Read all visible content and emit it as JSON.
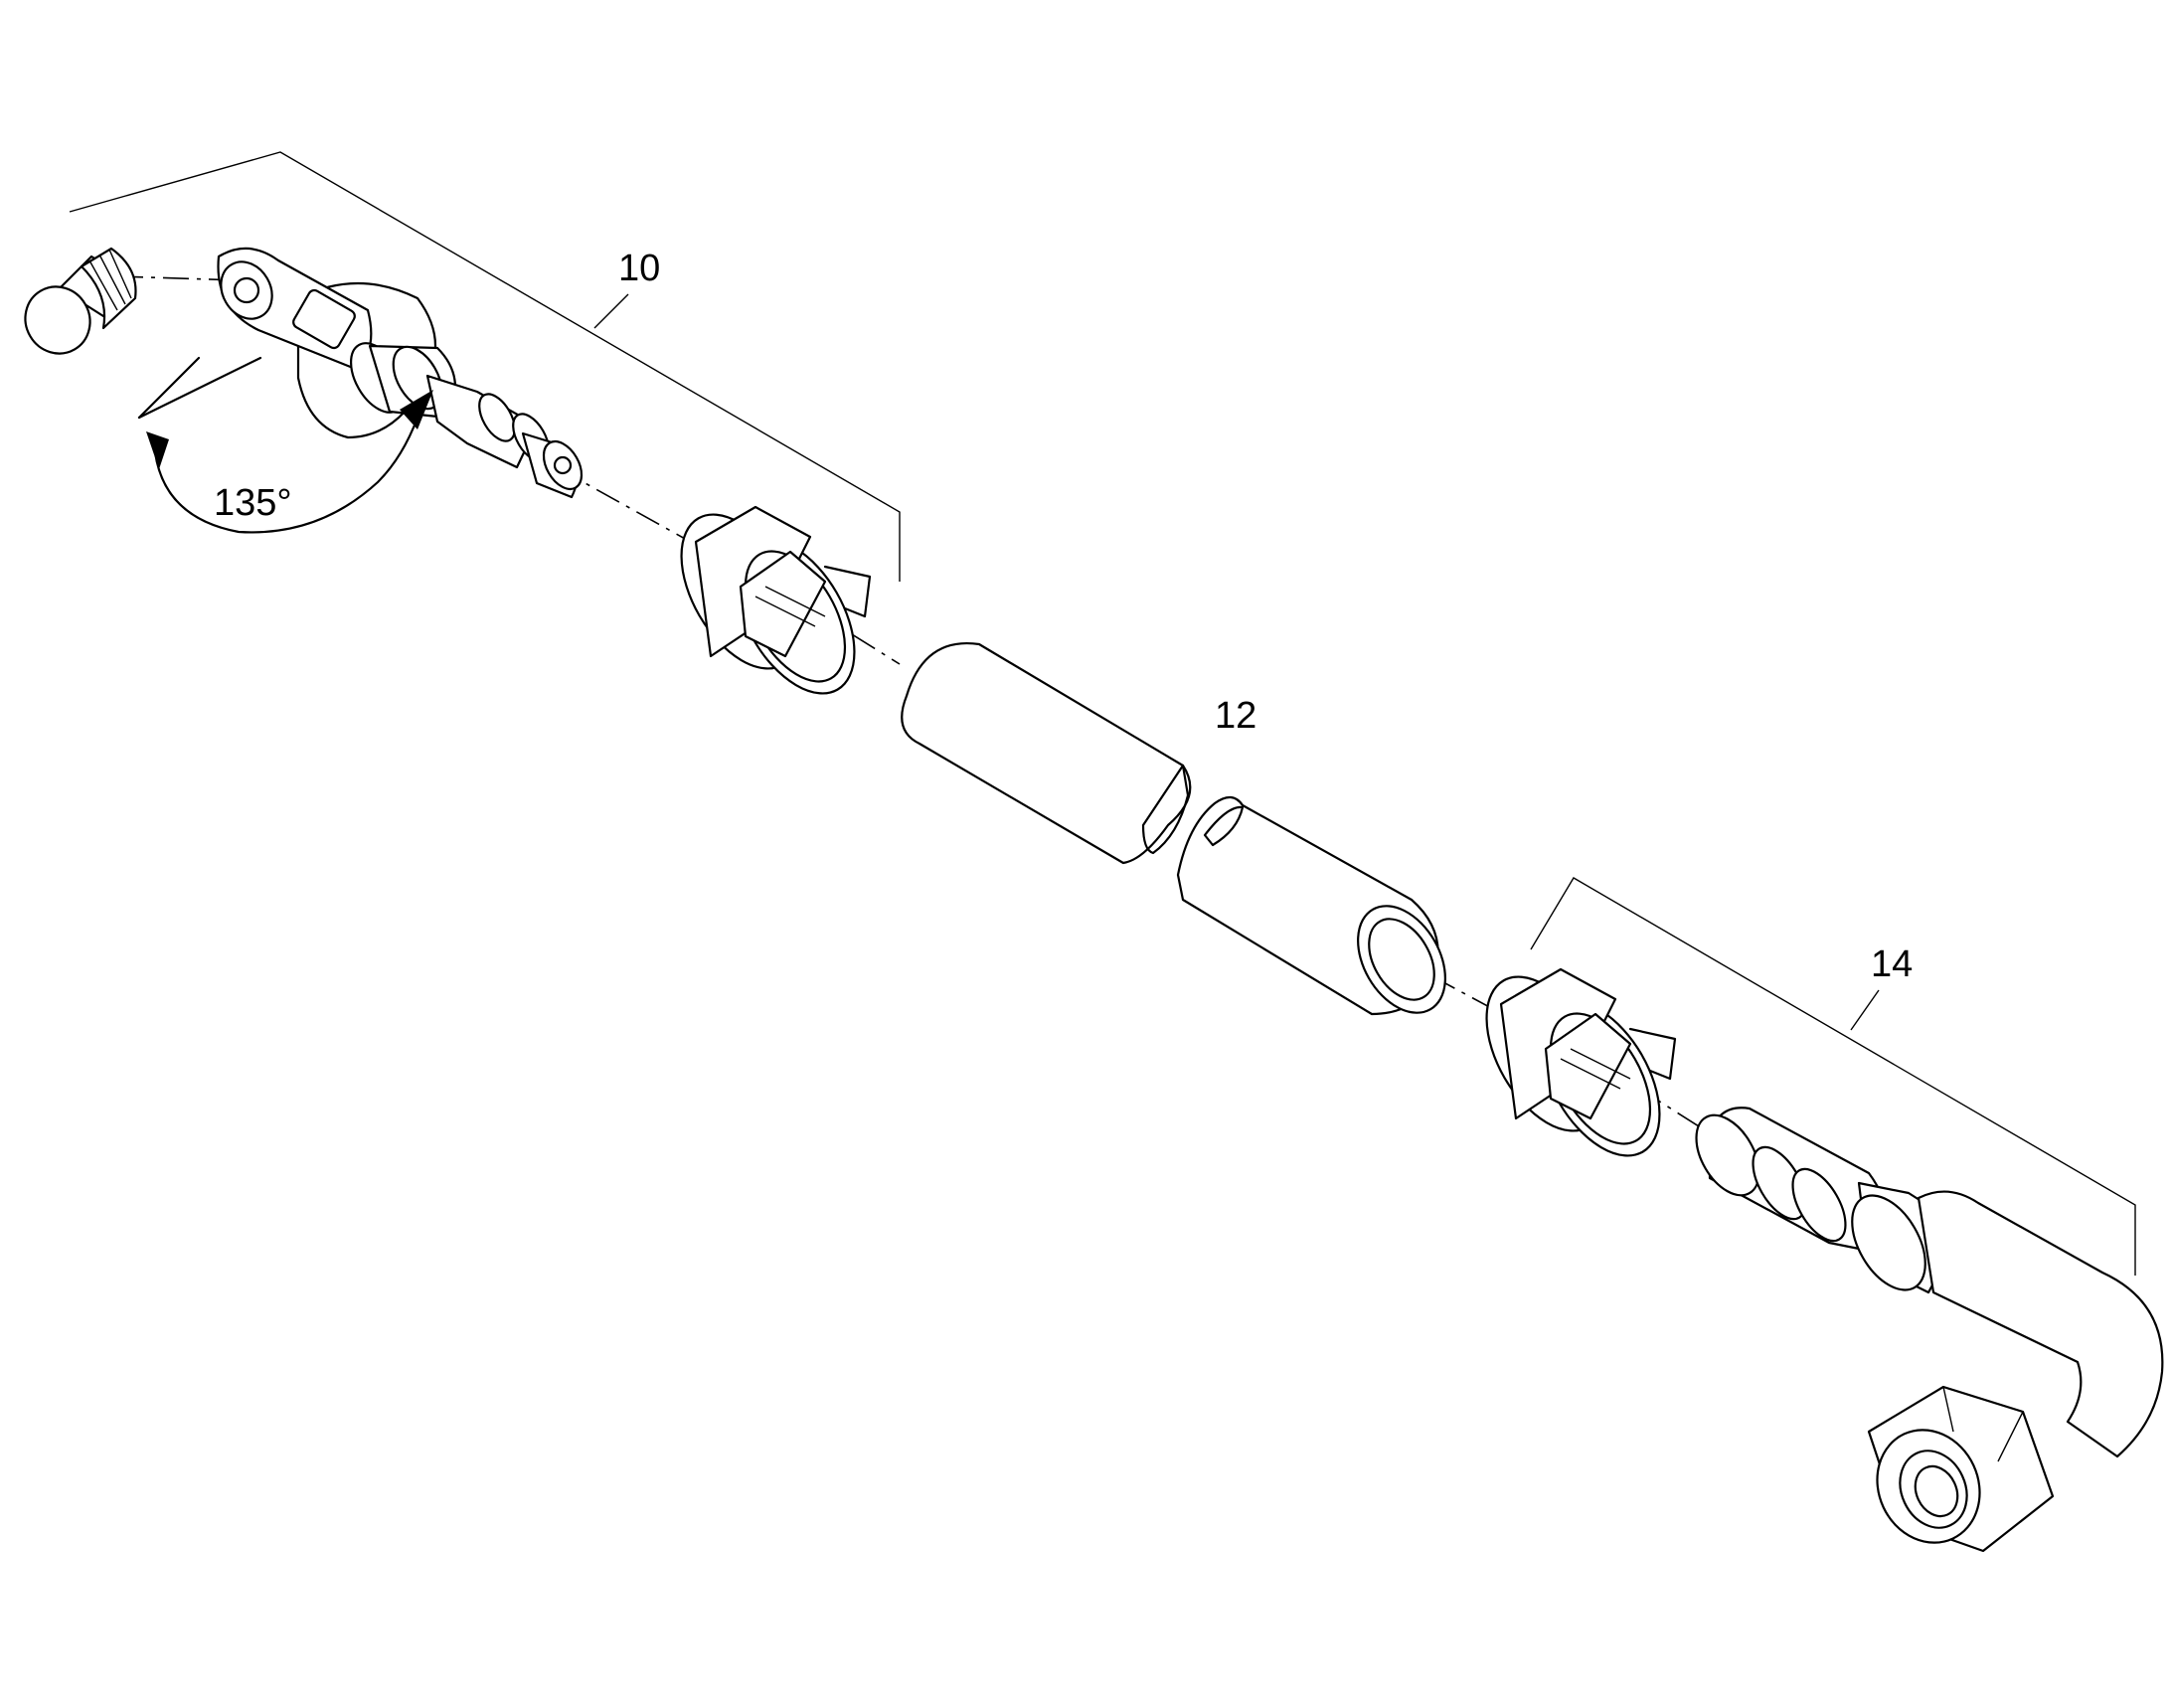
{
  "diagram": {
    "callouts": {
      "part_10": "10",
      "part_12": "12",
      "part_14": "14"
    },
    "angle_label": "135°"
  }
}
